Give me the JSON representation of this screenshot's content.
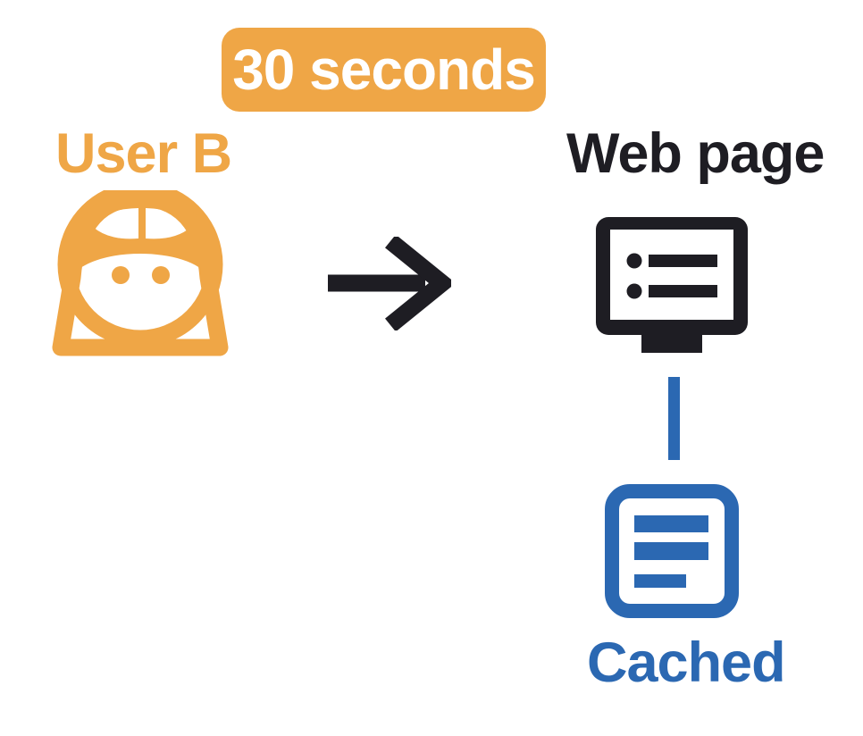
{
  "colors": {
    "orange": "#EFA646",
    "blue": "#2B68B2",
    "dark": "#1E1D23",
    "white": "#FFFFFF",
    "background": "#FFFFFF"
  },
  "badge": {
    "label": "30 seconds"
  },
  "user": {
    "label": "User B",
    "icon": "woman-face-icon"
  },
  "flow": {
    "icon": "right-arrow-icon"
  },
  "webpage": {
    "label": "Web page",
    "icon": "monitor-list-icon"
  },
  "connector": {
    "icon": "vertical-link-line"
  },
  "cached": {
    "label": "Cached",
    "icon": "document-list-icon"
  }
}
